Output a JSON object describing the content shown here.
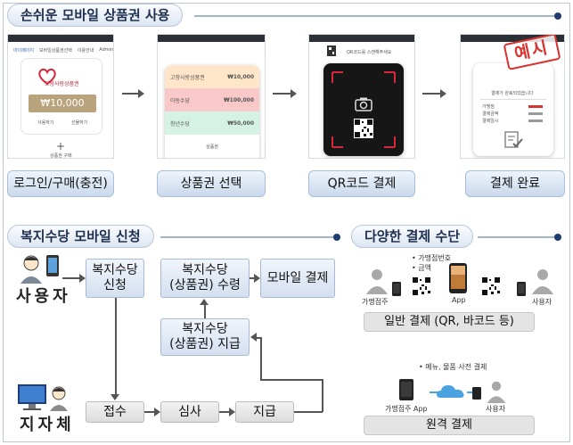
{
  "section1": {
    "title": "손쉬운 모바일 상품권 사용"
  },
  "section2": {
    "title": "복지수당 모바일 신청"
  },
  "section3": {
    "title": "다양한 결제 수단"
  },
  "steps": {
    "login": "로그인/구매(충전)",
    "select": "상품권 선택",
    "qr_pay": "QR코드 결제",
    "done": "결제 완료"
  },
  "phone1": {
    "tabs": [
      "마이페이지",
      "모바일상품권선택",
      "이용안내",
      "Admin"
    ],
    "card_title": "고향사랑상품권",
    "amount": "₩10,000",
    "btn_use": "사용하기",
    "btn_gift": "선물하기",
    "plus": "+",
    "purchase": "상품권 구매"
  },
  "phone2": {
    "items": [
      {
        "label": "고향사랑상품권",
        "amount": "₩10,000"
      },
      {
        "label": "아동수당",
        "amount": "₩100,000"
      },
      {
        "label": "청년수당",
        "amount": "₩50,000"
      }
    ],
    "footer": "상품권"
  },
  "phone3": {
    "header": "QR코드를 스캔해주세요"
  },
  "phone4": {
    "stamp": "예시",
    "title": "결제가 완료되었습니다",
    "rows": [
      "가맹점",
      "결제금액",
      "결제일시"
    ]
  },
  "flow": {
    "user": "사용자",
    "institution": "지자체",
    "apply": "복지수당\n신청",
    "receive": "복지수당\n(상품권) 수령",
    "mobile_pay": "모바일 결제",
    "issue": "복지수당\n(상품권) 지급",
    "intake": "접수",
    "review": "심사",
    "payout": "지급"
  },
  "payments": {
    "bullet1": "가맹점번호",
    "bullet2": "금액",
    "merchant": "가맹점주",
    "app": "App",
    "user": "사용자",
    "general": "일반 결제 (QR, 바코드 등)",
    "remote_note": "메뉴, 물품 사전 결제",
    "merchant_app": "가맹점주 App",
    "remote_user": "사용자",
    "remote": "원격 결제"
  },
  "colors": {
    "banner_text": "#1f2f4f",
    "item1": "#ffe6c9",
    "item2": "#f9c8c8",
    "item3": "#d5f3e4",
    "stamp": "#d9332f",
    "cloud": "#4aa3df"
  }
}
